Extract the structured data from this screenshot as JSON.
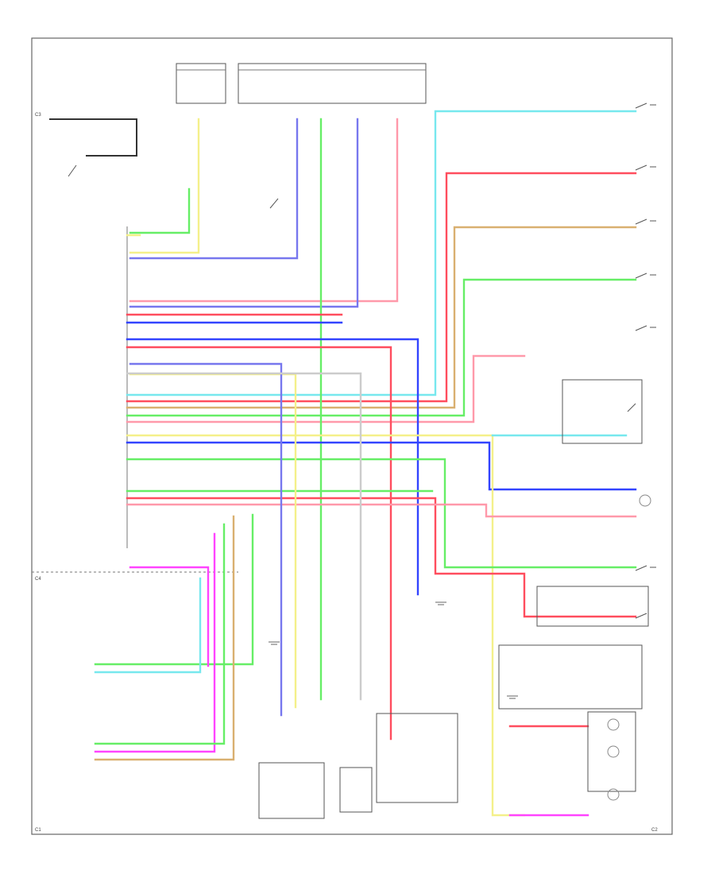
{
  "diagram": {
    "frame_color": "#555555",
    "connector_labels": [
      "C1",
      "C2",
      "C3",
      "C4"
    ],
    "wire_colors": {
      "yellow": "#f4f08a",
      "violet": "#7777ee",
      "green": "#66ee66",
      "red": "#ff4d5e",
      "pink": "#ff99aa",
      "cyan": "#77e8ee",
      "tan": "#d9b070",
      "blue": "#3344ff",
      "magenta": "#ff44ff",
      "light_gray": "#cccccc"
    },
    "icons": [
      "switch-contact-icon",
      "ground-icon",
      "lamp-icon",
      "buzzer-icon"
    ]
  }
}
